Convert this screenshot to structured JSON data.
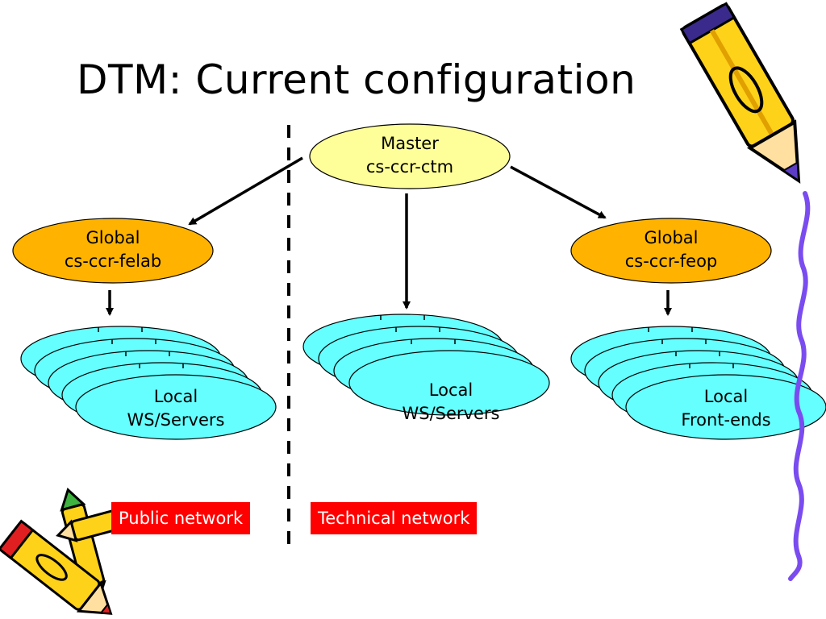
{
  "title": "DTM: Current configuration",
  "master": {
    "line1": "Master",
    "line2": "cs-ccr-ctm"
  },
  "global_left": {
    "line1": "Global",
    "line2": "cs-ccr-felab"
  },
  "global_right": {
    "line1": "Global",
    "line2": "cs-ccr-feop"
  },
  "local_left": {
    "line1": "Local",
    "line2": "WS/Servers"
  },
  "local_center": {
    "line1": "Local",
    "line2": "WS/Servers"
  },
  "local_right": {
    "line1": "Local",
    "line2": "Front-ends"
  },
  "tags": {
    "public": "Public network",
    "technical": "Technical network"
  },
  "colors": {
    "master_fill": "#ffff99",
    "global_fill": "#ffb300",
    "local_fill": "#66ffff",
    "tag_fill": "#ff0000",
    "wavy_line": "#7a4cf0"
  },
  "icons": [
    "pencil-clipart-icon",
    "pencils-clipart-icon",
    "wavy-line-decoration"
  ]
}
